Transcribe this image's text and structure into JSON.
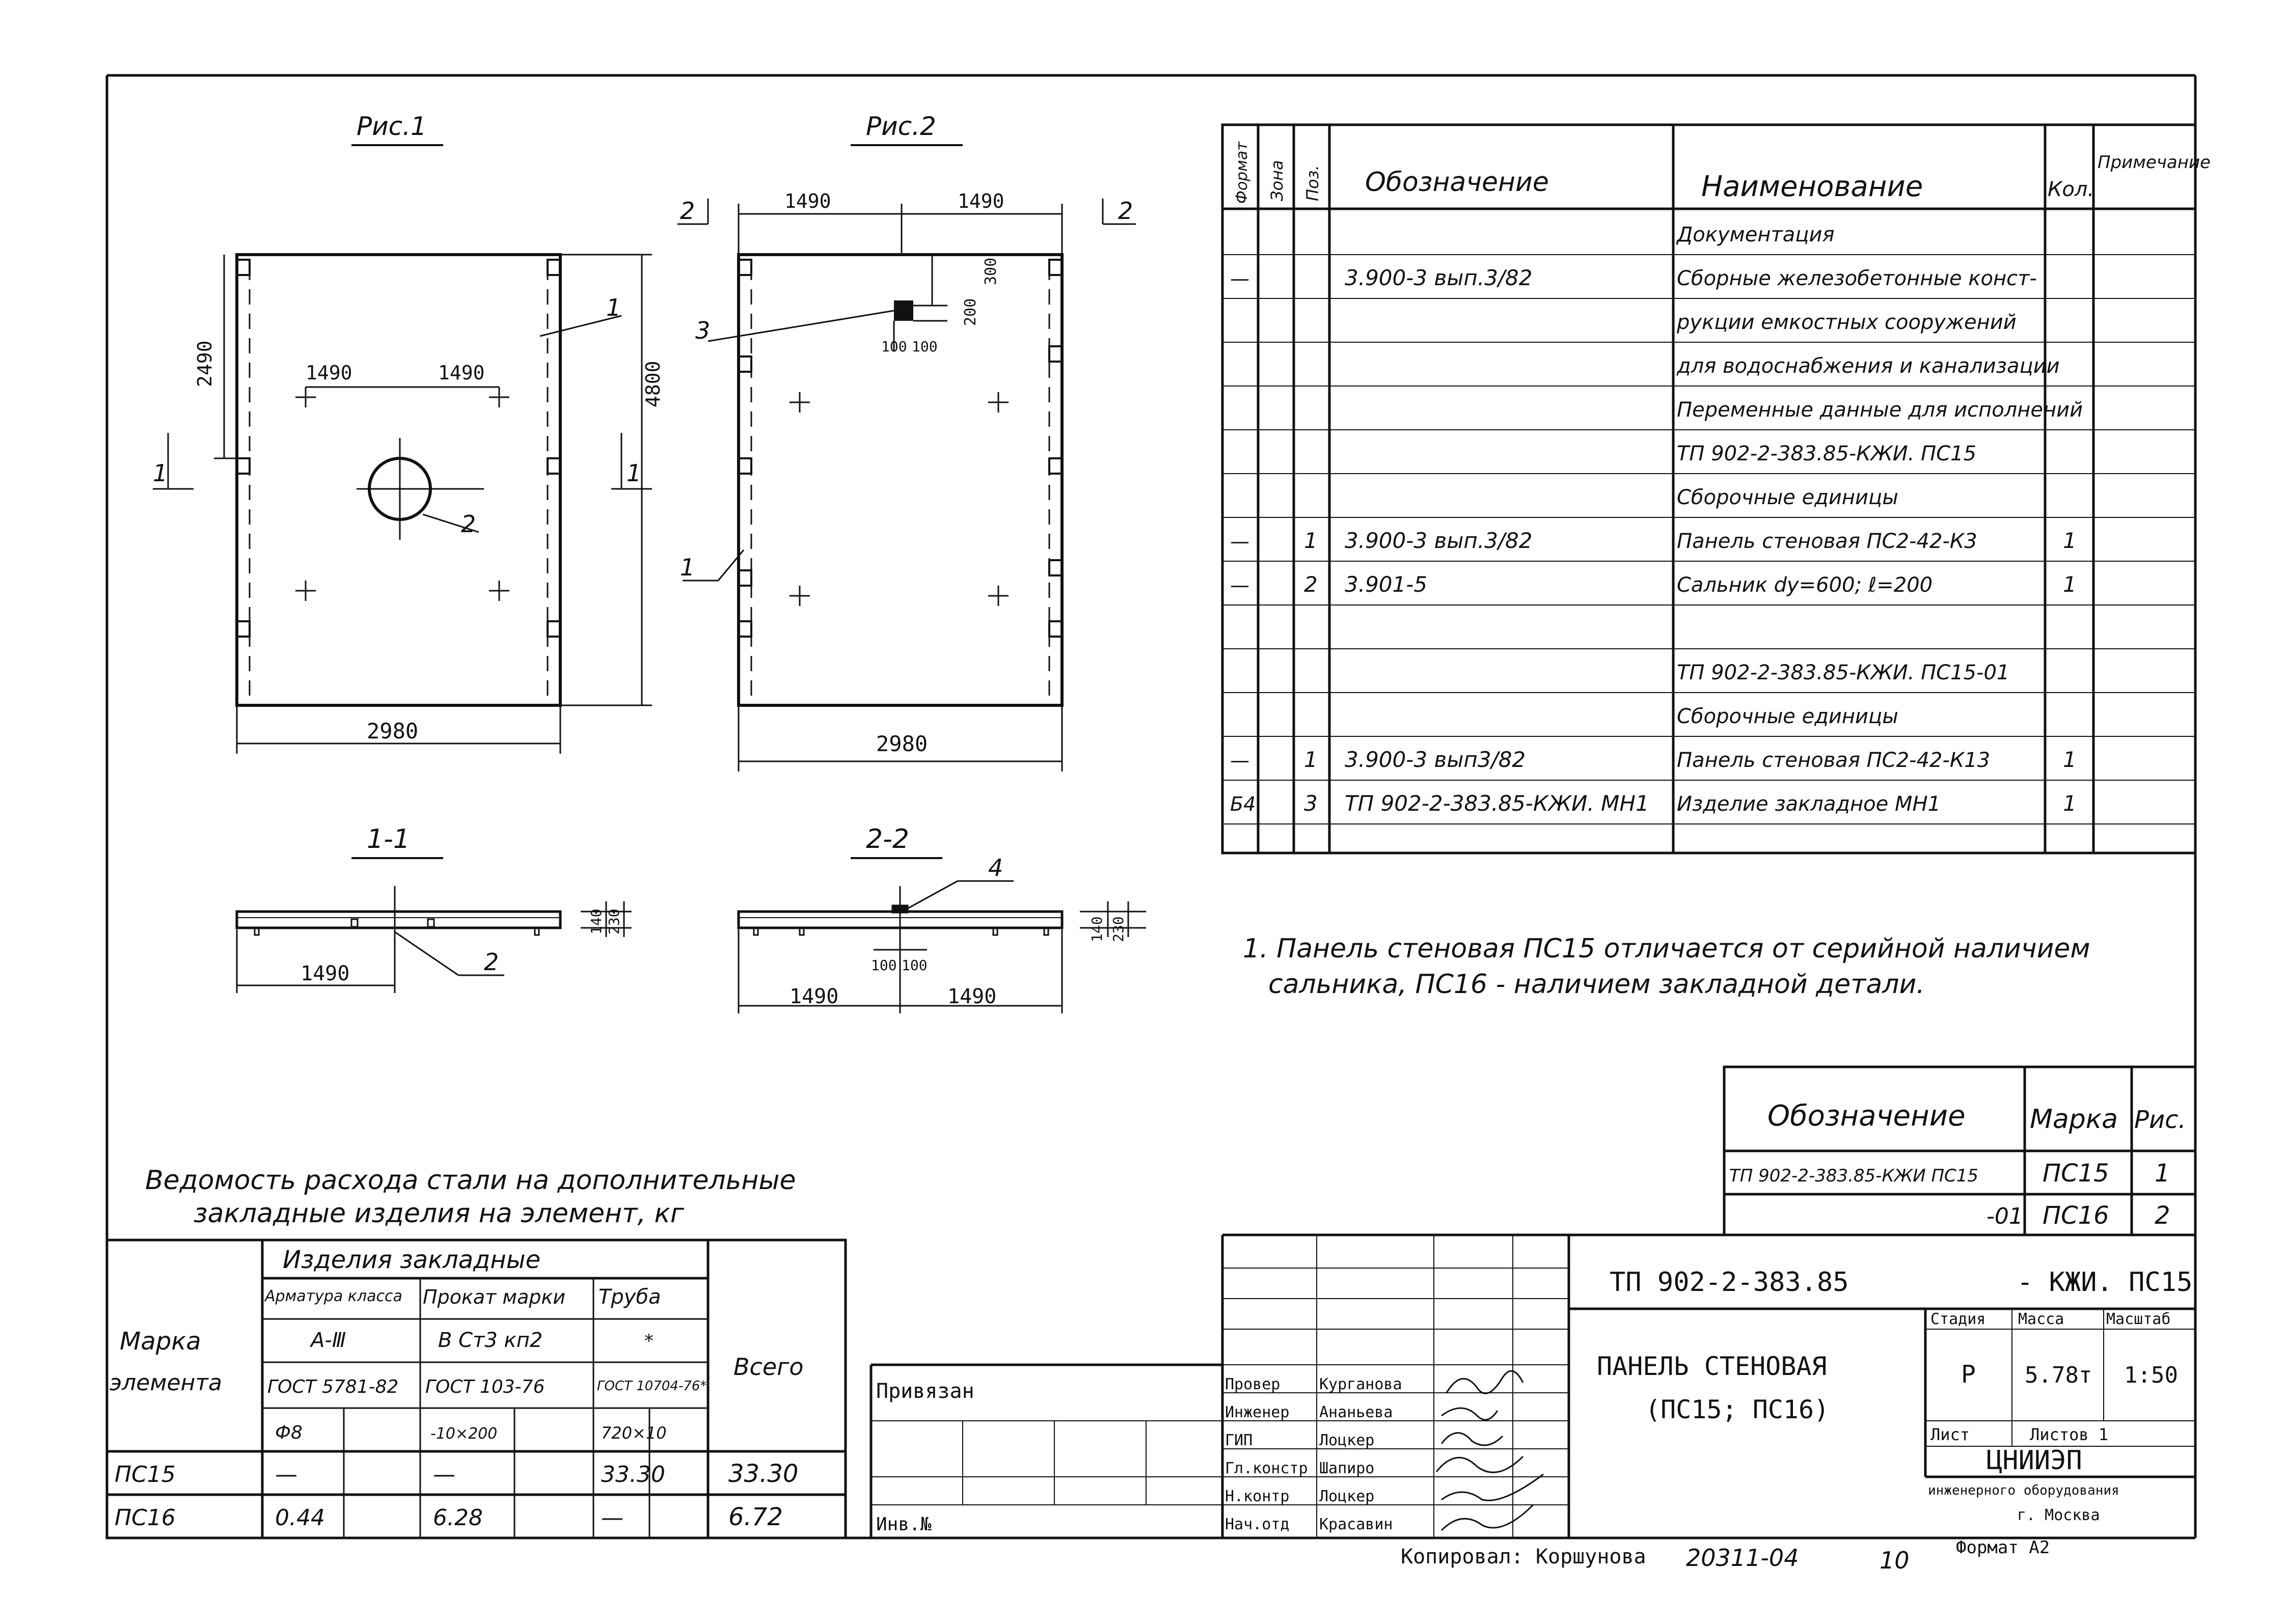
{
  "figures": {
    "fig1_title": "Рис.1",
    "fig2_title": "Рис.2",
    "sec11_title": "1-1",
    "sec22_title": "2-2"
  },
  "dims": {
    "f1_width": "2980",
    "f1_half_left": "1490",
    "f1_half_right": "1490",
    "f1_height": "4800",
    "f1_h2490": "2490",
    "f2_top_left": "1490",
    "f2_top_right": "1490",
    "f2_width": "2980",
    "f2_d300": "300",
    "f2_d200": "200",
    "f2_d100a": "100",
    "f2_d100b": "100",
    "s11_1490": "1490",
    "s11_t140": "140",
    "s11_t230": "230",
    "s22_1490a": "1490",
    "s22_1490b": "1490",
    "s22_100a": "100",
    "s22_100b": "100",
    "s22_t140": "140",
    "s22_t230": "230"
  },
  "callouts": {
    "c1a": "1",
    "c2a": "2",
    "c1b": "1",
    "c3": "3",
    "c2s": "2",
    "c4": "4",
    "cut1_left": "1",
    "cut1_right": "1",
    "cut2_left": "2",
    "cut2_right": "2"
  },
  "spec": {
    "headers": [
      "Формат",
      "Зона",
      "Поз.",
      "Обозначение",
      "Наименование",
      "Кол.",
      "Примечание"
    ],
    "rows": [
      {
        "fmt": "",
        "zone": "",
        "pos": "",
        "code": "",
        "name": "Документация",
        "qty": "",
        "note": ""
      },
      {
        "fmt": "—",
        "zone": "",
        "pos": "",
        "code": "3.900-3   вып.3/82",
        "name": "Сборные железобетонные конст-",
        "qty": "",
        "note": ""
      },
      {
        "fmt": "",
        "zone": "",
        "pos": "",
        "code": "",
        "name": "рукции емкостных сооружений",
        "qty": "",
        "note": ""
      },
      {
        "fmt": "",
        "zone": "",
        "pos": "",
        "code": "",
        "name": "для водоснабжения и канализации",
        "qty": "",
        "note": ""
      },
      {
        "fmt": "",
        "zone": "",
        "pos": "",
        "code": "",
        "name": "Переменные данные для исполнений",
        "qty": "",
        "note": ""
      },
      {
        "fmt": "",
        "zone": "",
        "pos": "",
        "code": "",
        "name": "ТП 902-2-383.85-КЖИ. ПС15",
        "qty": "",
        "note": ""
      },
      {
        "fmt": "",
        "zone": "",
        "pos": "",
        "code": "",
        "name": "Сборочные единицы",
        "qty": "",
        "note": ""
      },
      {
        "fmt": "—",
        "zone": "",
        "pos": "1",
        "code": "3.900-3 вып.3/82",
        "name": "Панель стеновая ПС2-42-К3",
        "qty": "1",
        "note": ""
      },
      {
        "fmt": "—",
        "zone": "",
        "pos": "2",
        "code": "3.901-5",
        "name": "Сальник dy=600; ℓ=200",
        "qty": "1",
        "note": ""
      },
      {
        "fmt": "",
        "zone": "",
        "pos": "",
        "code": "",
        "name": "",
        "qty": "",
        "note": ""
      },
      {
        "fmt": "",
        "zone": "",
        "pos": "",
        "code": "",
        "name": "ТП 902-2-383.85-КЖИ. ПС15-01",
        "qty": "",
        "note": ""
      },
      {
        "fmt": "",
        "zone": "",
        "pos": "",
        "code": "",
        "name": "Сборочные единицы",
        "qty": "",
        "note": ""
      },
      {
        "fmt": "—",
        "zone": "",
        "pos": "1",
        "code": "3.900-3  вып3/82",
        "name": "Панель стеновая ПС2-42-К13",
        "qty": "1",
        "note": ""
      },
      {
        "fmt": "Б4",
        "zone": "",
        "pos": "3",
        "code": "ТП 902-2-383.85-КЖИ. МН1",
        "name": "Изделие закладное МН1",
        "qty": "1",
        "note": ""
      },
      {
        "fmt": "",
        "zone": "",
        "pos": "",
        "code": "",
        "name": "",
        "qty": "",
        "note": ""
      }
    ]
  },
  "note": {
    "line1": "1. Панель стеновая ПС15 отличается от серийной наличием",
    "line2": "сальника, ПС16 - наличием закладной детали."
  },
  "marks": {
    "headers": [
      "Обозначение",
      "Марка",
      "Рис."
    ],
    "rows": [
      {
        "code": "ТП 902-2-383.85-КЖИ ПС15",
        "mark": "ПС15",
        "fig": "1"
      },
      {
        "code": "-01",
        "mark": "ПС16",
        "fig": "2"
      }
    ]
  },
  "steel": {
    "title1": "Ведомость расхода стали на дополнительные",
    "title2": "закладные изделия на элемент, кг",
    "col_mark1": "Марка",
    "col_mark2": "элемента",
    "group_header": "Изделия  закладные",
    "sub_rebar": "Арматура класса",
    "sub_rolled": "Прокат марки",
    "sub_pipe": "Труба",
    "total": "Всего",
    "rebar_class": "А-Ⅲ",
    "rolled_grade": "В Ст3 кп2",
    "pipe_grade": "*",
    "gost_rebar": "ГОСТ 5781-82",
    "gost_rolled": "ГОСТ 103-76",
    "gost_pipe": "ГОСТ 10704-76*",
    "size_rebar": "Ф8",
    "size_rolled": "-10×200",
    "size_pipe": "720×10",
    "rows": [
      {
        "mark": "ПС15",
        "rebar": "—",
        "rolled": "—",
        "pipe": "33.30",
        "total": "33.30"
      },
      {
        "mark": "ПС16",
        "rebar": "0.44",
        "rolled": "6.28",
        "pipe": "—",
        "total": "6.72"
      }
    ]
  },
  "stamp": {
    "privyazan": "Привязан",
    "inv": "Инв.№",
    "project": "ТП 902-2-383.85",
    "project_suffix": "- КЖИ. ПС15",
    "roles": [
      "Провер",
      "Инженер",
      "ГИП",
      "Гл.констр",
      "Н.контр",
      "Нач.отд"
    ],
    "names": [
      "Курганова",
      "Ананьева",
      "Лоцкер",
      "Шапиро",
      "Лоцкер",
      "Красавин"
    ],
    "title1": "ПАНЕЛЬ  СТЕНОВАЯ",
    "title2": "(ПС15; ПС16)",
    "stage_h": "Стадия",
    "mass_h": "Масса",
    "scale_h": "Масштаб",
    "stage": "Р",
    "mass": "5.78т",
    "scale": "1:50",
    "sheet_h": "Лист",
    "sheets_h": "Листов 1",
    "org1": "ЦНИИЭП",
    "org2": "инженерного оборудования",
    "org3": "г. Москва",
    "copied": "Копировал:  Коршунова",
    "order": "20311-04",
    "page": "10",
    "format": "Формат А2"
  }
}
